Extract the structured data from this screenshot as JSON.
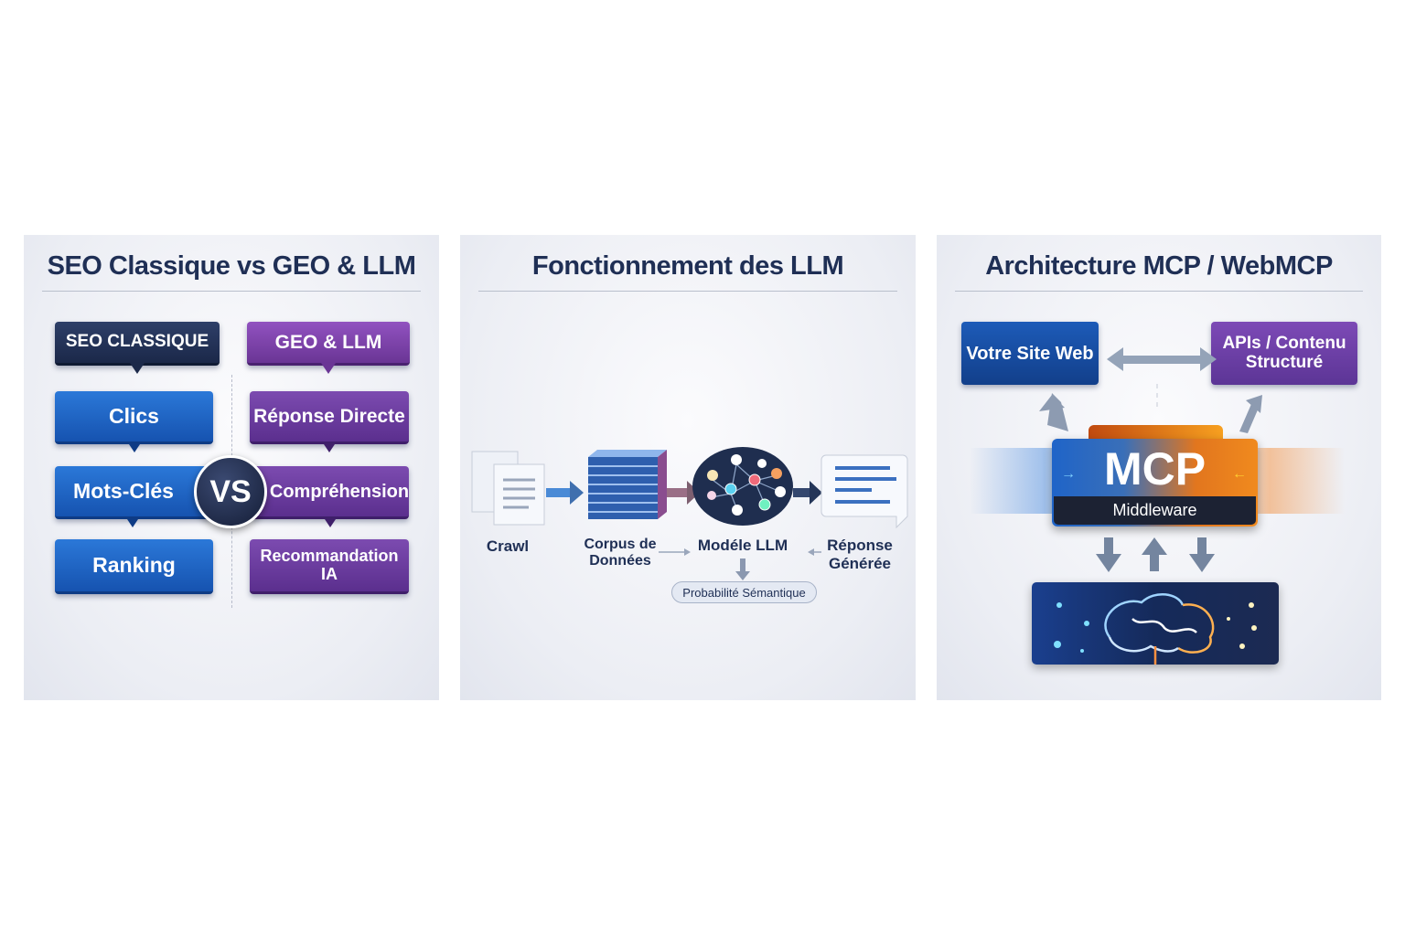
{
  "panel1": {
    "title": "SEO Classique vs GEO & LLM",
    "left_header": "SEO CLASSIQUE",
    "right_header": "GEO & LLM",
    "vs": "VS",
    "left_items": [
      "Clics",
      "Mots-Clés",
      "Ranking"
    ],
    "right_items": [
      "Réponse Directe",
      "Compréhension",
      "Recommandation IA"
    ]
  },
  "panel2": {
    "title": "Fonctionnement des LLM",
    "steps": [
      "Crawl",
      "Corpus de Données",
      "Modéle LLM",
      "Réponse Générée"
    ],
    "pill": "Probabilité Sémantique"
  },
  "panel3": {
    "title": "Architecture MCP / WebMCP",
    "site": "Votre Site Web",
    "apis": "APIs / Contenu Structuré",
    "mcp": "MCP",
    "middleware": "Middleware"
  },
  "colors": {
    "navy": "#1f2f55",
    "blue": "#1c62c4",
    "purple": "#6a3c9a",
    "orange": "#f07a1a"
  }
}
